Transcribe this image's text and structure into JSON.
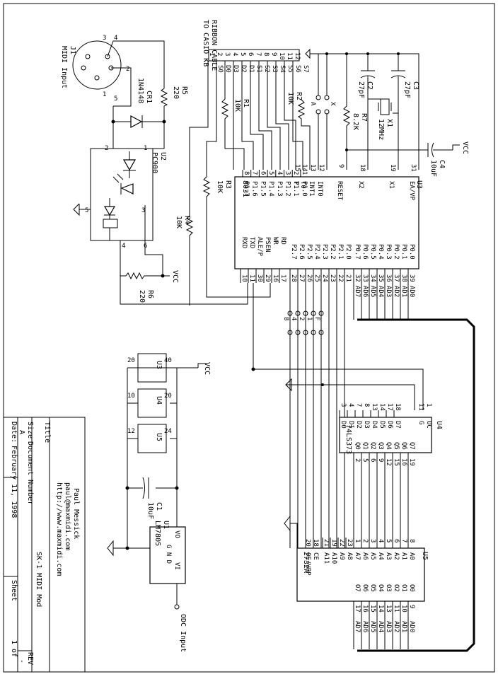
{
  "title_block": {
    "author": "Paul Messick",
    "email": "paul@maxmidi.com",
    "url": "http://www.maxmidi.com",
    "title_label": "Title",
    "title": "SK-1 MIDI Mod",
    "size_label": "Size",
    "size": "A",
    "doc_label": "Document Number",
    "rev_label": "REV",
    "rev": "-",
    "date_label": "Date:",
    "date": "February 11, 1998",
    "sheet_label": "Sheet",
    "sheet_of": "1 of"
  },
  "connectors": {
    "j1": {
      "ref": "J1",
      "name": "MIDI Input",
      "pins": [
        "3",
        "4",
        "1",
        "2",
        "5"
      ]
    },
    "ribbon": {
      "label1": "RIBBON CABLE",
      "label2": "TO CASIO KB",
      "pins": [
        "1",
        "2",
        "3",
        "4",
        "5",
        "6",
        "7",
        "8",
        "9",
        "10",
        "11",
        "12"
      ],
      "signals": [
        "S0",
        "D0",
        "D3",
        "D2",
        "D1",
        "S1",
        "S2",
        "S3",
        "S4",
        "S5",
        "S6",
        "S7"
      ]
    }
  },
  "parts": {
    "cr1": {
      "ref": "CR1",
      "value": "1N4148"
    },
    "r5": {
      "ref": "R5",
      "value": "220"
    },
    "u2": {
      "ref": "U2",
      "value": "PC900",
      "pins": [
        "2",
        "1",
        "3",
        "5",
        "4",
        "6"
      ]
    },
    "r1": {
      "ref": "R1",
      "value": "10K"
    },
    "r2": {
      "ref": "R2",
      "value": "10K"
    },
    "r3": {
      "ref": "R3",
      "value": "10K"
    },
    "r4": {
      "ref": "R4",
      "value": "10K"
    },
    "r6": {
      "ref": "R6",
      "value": "220"
    },
    "r7": {
      "ref": "R7",
      "value": "8.2K"
    },
    "c2": {
      "ref": "C2",
      "value": "27pF"
    },
    "c3": {
      "ref": "C3",
      "value": "27pF"
    },
    "c4": {
      "ref": "C4",
      "value": "10uF"
    },
    "c1": {
      "ref": "C1",
      "value": "10uF"
    },
    "x1": {
      "ref": "X1",
      "value": "12MHz"
    },
    "u1": {
      "ref": "U1",
      "value": "LM7805",
      "pins": [
        "VO",
        "G N D",
        "VI"
      ]
    },
    "power_u3": {
      "ref": "U3",
      "left": "20",
      "right": "40"
    },
    "power_u4": {
      "ref": "U4",
      "left": "10",
      "right": "20"
    },
    "power_u5": {
      "ref": "U5",
      "left": "12",
      "right": "24"
    }
  },
  "nets": {
    "vcc": "VCC",
    "vcc2": "VCC",
    "vcc3": "VCC",
    "odc_input": "ODC Input",
    "jp_a": "A",
    "jp_x": "X",
    "jp_nums": [
      "8",
      "4",
      "2",
      "1",
      "F"
    ]
  },
  "u3_8031": {
    "ref": "U3",
    "part": "8031",
    "left_pins": [
      {
        "num": "1",
        "name": "P1.0"
      },
      {
        "num": "2",
        "name": "P1.1"
      },
      {
        "num": "3",
        "name": "P1.2"
      },
      {
        "num": "4",
        "name": "P1.3"
      },
      {
        "num": "5",
        "name": "P1.4"
      },
      {
        "num": "6",
        "name": "P1.5"
      },
      {
        "num": "7",
        "name": "P1.6"
      },
      {
        "num": "8",
        "name": "P1.7"
      }
    ],
    "top_pins": [
      {
        "num": "31",
        "name": "EA/VP"
      },
      {
        "num": "19",
        "name": "X1"
      },
      {
        "num": "18",
        "name": "X2"
      },
      {
        "num": "9",
        "name": "RESET"
      },
      {
        "num": "12",
        "name": "INT0"
      },
      {
        "num": "13",
        "name": "INT1"
      },
      {
        "num": "14",
        "name": "T0"
      },
      {
        "num": "15",
        "name": "T1"
      }
    ],
    "p0_pins": [
      {
        "num": "39",
        "name": "P0.0",
        "net": "AD0"
      },
      {
        "num": "38",
        "name": "P0.1",
        "net": "AD1"
      },
      {
        "num": "37",
        "name": "P0.2",
        "net": "AD2"
      },
      {
        "num": "36",
        "name": "P0.3",
        "net": "AD3"
      },
      {
        "num": "35",
        "name": "P0.4",
        "net": "AD4"
      },
      {
        "num": "34",
        "name": "P0.5",
        "net": "AD5"
      },
      {
        "num": "33",
        "name": "P0.6",
        "net": "AD6"
      },
      {
        "num": "32",
        "name": "P0.7",
        "net": "AD7"
      }
    ],
    "p2_pins": [
      {
        "num": "21",
        "name": "P2.0"
      },
      {
        "num": "22",
        "name": "P2.1"
      },
      {
        "num": "23",
        "name": "P2.2"
      },
      {
        "num": "24",
        "name": "P2.3"
      },
      {
        "num": "25",
        "name": "P2.4"
      },
      {
        "num": "26",
        "name": "P2.5"
      },
      {
        "num": "27",
        "name": "P2.6"
      },
      {
        "num": "28",
        "name": "P2.7"
      }
    ],
    "ctrl_pins": [
      {
        "num": "17",
        "name": "RD"
      },
      {
        "num": "16",
        "name": "WR"
      },
      {
        "num": "29",
        "name": "PSEN"
      },
      {
        "num": "30",
        "name": "ALE/P"
      },
      {
        "num": "11",
        "name": "TXD"
      },
      {
        "num": "10",
        "name": "RXD"
      }
    ]
  },
  "u4_74ls373": {
    "ref": "U4",
    "part": "74LS373",
    "ctrl": [
      {
        "num": "1",
        "name": "OC"
      },
      {
        "num": "11",
        "name": "G"
      }
    ],
    "d_pins": [
      {
        "num": "3",
        "name": "D0"
      },
      {
        "num": "4",
        "name": "D1"
      },
      {
        "num": "7",
        "name": "D2"
      },
      {
        "num": "8",
        "name": "D3"
      },
      {
        "num": "13",
        "name": "D4"
      },
      {
        "num": "14",
        "name": "D5"
      },
      {
        "num": "17",
        "name": "D6"
      },
      {
        "num": "18",
        "name": "D7"
      }
    ],
    "q_pins": [
      {
        "num": "2",
        "name": "Q0"
      },
      {
        "num": "5",
        "name": "Q1"
      },
      {
        "num": "6",
        "name": "Q2"
      },
      {
        "num": "9",
        "name": "Q3"
      },
      {
        "num": "12",
        "name": "Q4"
      },
      {
        "num": "15",
        "name": "Q5"
      },
      {
        "num": "16",
        "name": "Q6"
      },
      {
        "num": "19",
        "name": "Q7"
      }
    ]
  },
  "u5_2732a": {
    "ref": "U5",
    "part": "2732A",
    "a_pins": [
      {
        "num": "8",
        "name": "A0"
      },
      {
        "num": "7",
        "name": "A1"
      },
      {
        "num": "6",
        "name": "A2"
      },
      {
        "num": "5",
        "name": "A3"
      },
      {
        "num": "4",
        "name": "A4"
      },
      {
        "num": "3",
        "name": "A5"
      },
      {
        "num": "2",
        "name": "A6"
      },
      {
        "num": "1",
        "name": "A7"
      },
      {
        "num": "23",
        "name": "A8"
      },
      {
        "num": "22",
        "name": "A9"
      },
      {
        "num": "19",
        "name": "A10"
      },
      {
        "num": "21",
        "name": "A11"
      }
    ],
    "ctrl": [
      {
        "num": "18",
        "name": "CE"
      },
      {
        "num": "20",
        "name": "OE/VPP"
      }
    ],
    "o_pins": [
      {
        "num": "9",
        "name": "O0",
        "net": "AD0"
      },
      {
        "num": "10",
        "name": "O1",
        "net": "AD1"
      },
      {
        "num": "11",
        "name": "O2",
        "net": "AD2"
      },
      {
        "num": "13",
        "name": "O3",
        "net": "AD3"
      },
      {
        "num": "14",
        "name": "O4",
        "net": "AD4"
      },
      {
        "num": "15",
        "name": "O5",
        "net": "AD5"
      },
      {
        "num": "16",
        "name": "O6",
        "net": "AD6"
      },
      {
        "num": "17",
        "name": "O7",
        "net": "AD7"
      }
    ]
  }
}
